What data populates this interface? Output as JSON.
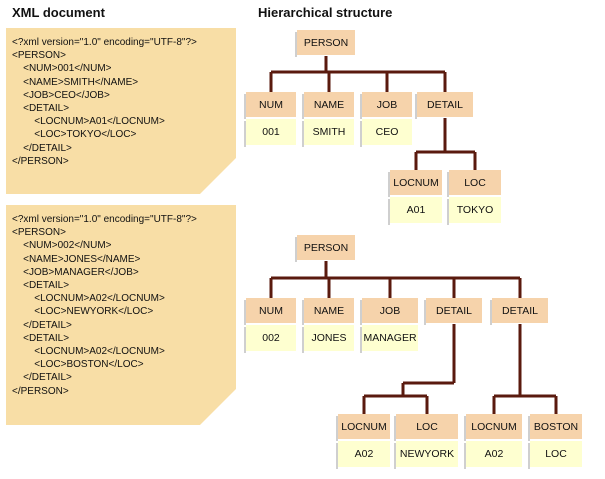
{
  "headings": {
    "left": "XML document",
    "right": "Hierarchical structure"
  },
  "xml_docs": [
    {
      "lines": [
        "<?xml version=\"1.0\" encoding=\"UTF-8\"?>",
        "<PERSON>",
        "    <NUM>001</NUM>",
        "    <NAME>SMITH</NAME>",
        "    <JOB>CEO</JOB>",
        "    <DETAIL>",
        "        <LOCNUM>A01</LOCNUM>",
        "        <LOC>TOKYO</LOC>",
        "    </DETAIL>",
        "</PERSON>"
      ]
    },
    {
      "lines": [
        "<?xml version=\"1.0\" encoding=\"UTF-8\"?>",
        "<PERSON>",
        "    <NUM>002</NUM>",
        "    <NAME>JONES</NAME>",
        "    <JOB>MANAGER</JOB>",
        "    <DETAIL>",
        "        <LOCNUM>A02</LOCNUM>",
        "        <LOC>NEWYORK</LOC>",
        "    </DETAIL>",
        "    <DETAIL>",
        "        <LOCNUM>A02</LOCNUM>",
        "        <LOC>BOSTON</LOC>",
        "    </DETAIL>",
        "</PERSON>"
      ]
    }
  ],
  "trees": [
    {
      "root": "PERSON",
      "fields": [
        {
          "label": "NUM",
          "value": "001"
        },
        {
          "label": "NAME",
          "value": "SMITH"
        },
        {
          "label": "JOB",
          "value": "CEO"
        }
      ],
      "details": [
        {
          "label": "DETAIL",
          "children": [
            {
              "label": "LOCNUM",
              "value": "A01"
            },
            {
              "label": "LOC",
              "value": "TOKYO"
            }
          ]
        }
      ]
    },
    {
      "root": "PERSON",
      "fields": [
        {
          "label": "NUM",
          "value": "002"
        },
        {
          "label": "NAME",
          "value": "JONES"
        },
        {
          "label": "JOB",
          "value": "MANAGER"
        }
      ],
      "details": [
        {
          "label": "DETAIL",
          "children": [
            {
              "label": "LOCNUM",
              "value": "A02"
            },
            {
              "label": "LOC",
              "value": "NEWYORK"
            }
          ]
        },
        {
          "label": "DETAIL",
          "children": [
            {
              "label": "LOCNUM",
              "value": "A02"
            },
            {
              "label": "BOSTON",
              "value": "LOC"
            }
          ]
        }
      ]
    }
  ],
  "colors": {
    "note": "#f8dea6",
    "label": "#f6d3ab",
    "value": "#feffd0",
    "connector": "#5a1a0e"
  }
}
